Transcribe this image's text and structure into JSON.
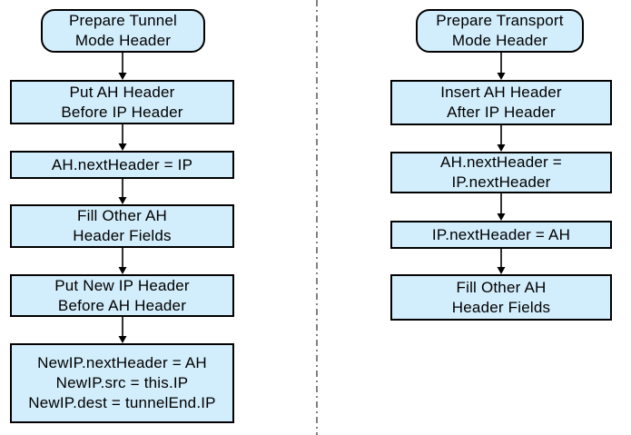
{
  "page": {
    "background": "#ffffff"
  },
  "colors": {
    "node_fill": "#d2edfb",
    "node_border": "#000000",
    "text": "#000000",
    "arrow": "#000000",
    "divider": "#4d4d4d"
  },
  "flowcharts": {
    "tunnel": {
      "title_node": "Prepare Tunnel Mode Header",
      "nodes": [
        {
          "id": "start",
          "shape": "terminator",
          "text": "Prepare Tunnel\nMode Header"
        },
        {
          "id": "step-1",
          "shape": "process",
          "text": "Put AH Header\nBefore IP Header"
        },
        {
          "id": "step-2",
          "shape": "process",
          "text": "AH.nextHeader = IP"
        },
        {
          "id": "step-3",
          "shape": "process",
          "text": "Fill Other AH\nHeader Fields"
        },
        {
          "id": "step-4",
          "shape": "process",
          "text": "Put New IP Header\nBefore AH Header"
        },
        {
          "id": "step-5",
          "shape": "process",
          "text": "NewIP.nextHeader = AH\nNewIP.src = this.IP\nNewIP.dest = tunnelEnd.IP"
        }
      ]
    },
    "transport": {
      "title_node": "Prepare Transport Mode Header",
      "nodes": [
        {
          "id": "start",
          "shape": "terminator",
          "text": "Prepare Transport\nMode Header"
        },
        {
          "id": "step-1",
          "shape": "process",
          "text": "Insert AH Header\nAfter IP Header"
        },
        {
          "id": "step-2",
          "shape": "process",
          "text": "AH.nextHeader =\nIP.nextHeader"
        },
        {
          "id": "step-3",
          "shape": "process",
          "text": "IP.nextHeader = AH"
        },
        {
          "id": "step-4",
          "shape": "process",
          "text": "Fill Other AH\nHeader Fields"
        }
      ]
    }
  }
}
